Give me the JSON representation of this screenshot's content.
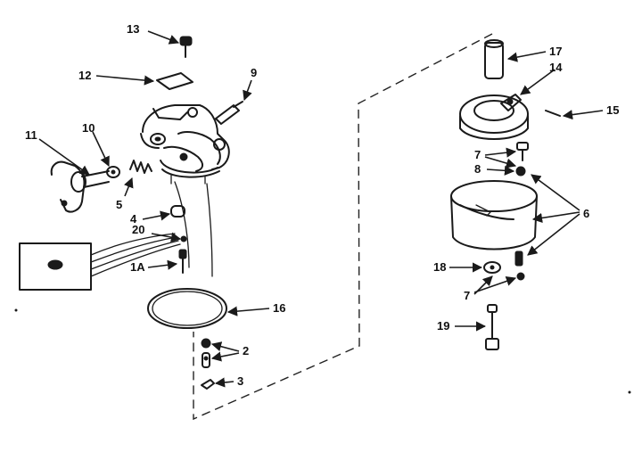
{
  "callouts": {
    "c13": "13",
    "c12": "12",
    "c9": "9",
    "c11": "11",
    "c10": "10",
    "c5": "5",
    "c4": "4",
    "c20": "20",
    "c1a": "1A",
    "c16": "16",
    "c2": "2",
    "c3": "3",
    "c17": "17",
    "c14": "14",
    "c15": "15",
    "c7a": "7",
    "c8": "8",
    "c6": "6",
    "c18": "18",
    "c7b": "7",
    "c19": "19"
  },
  "colors": {
    "ink": "#1a1a1a",
    "background": "#ffffff"
  }
}
